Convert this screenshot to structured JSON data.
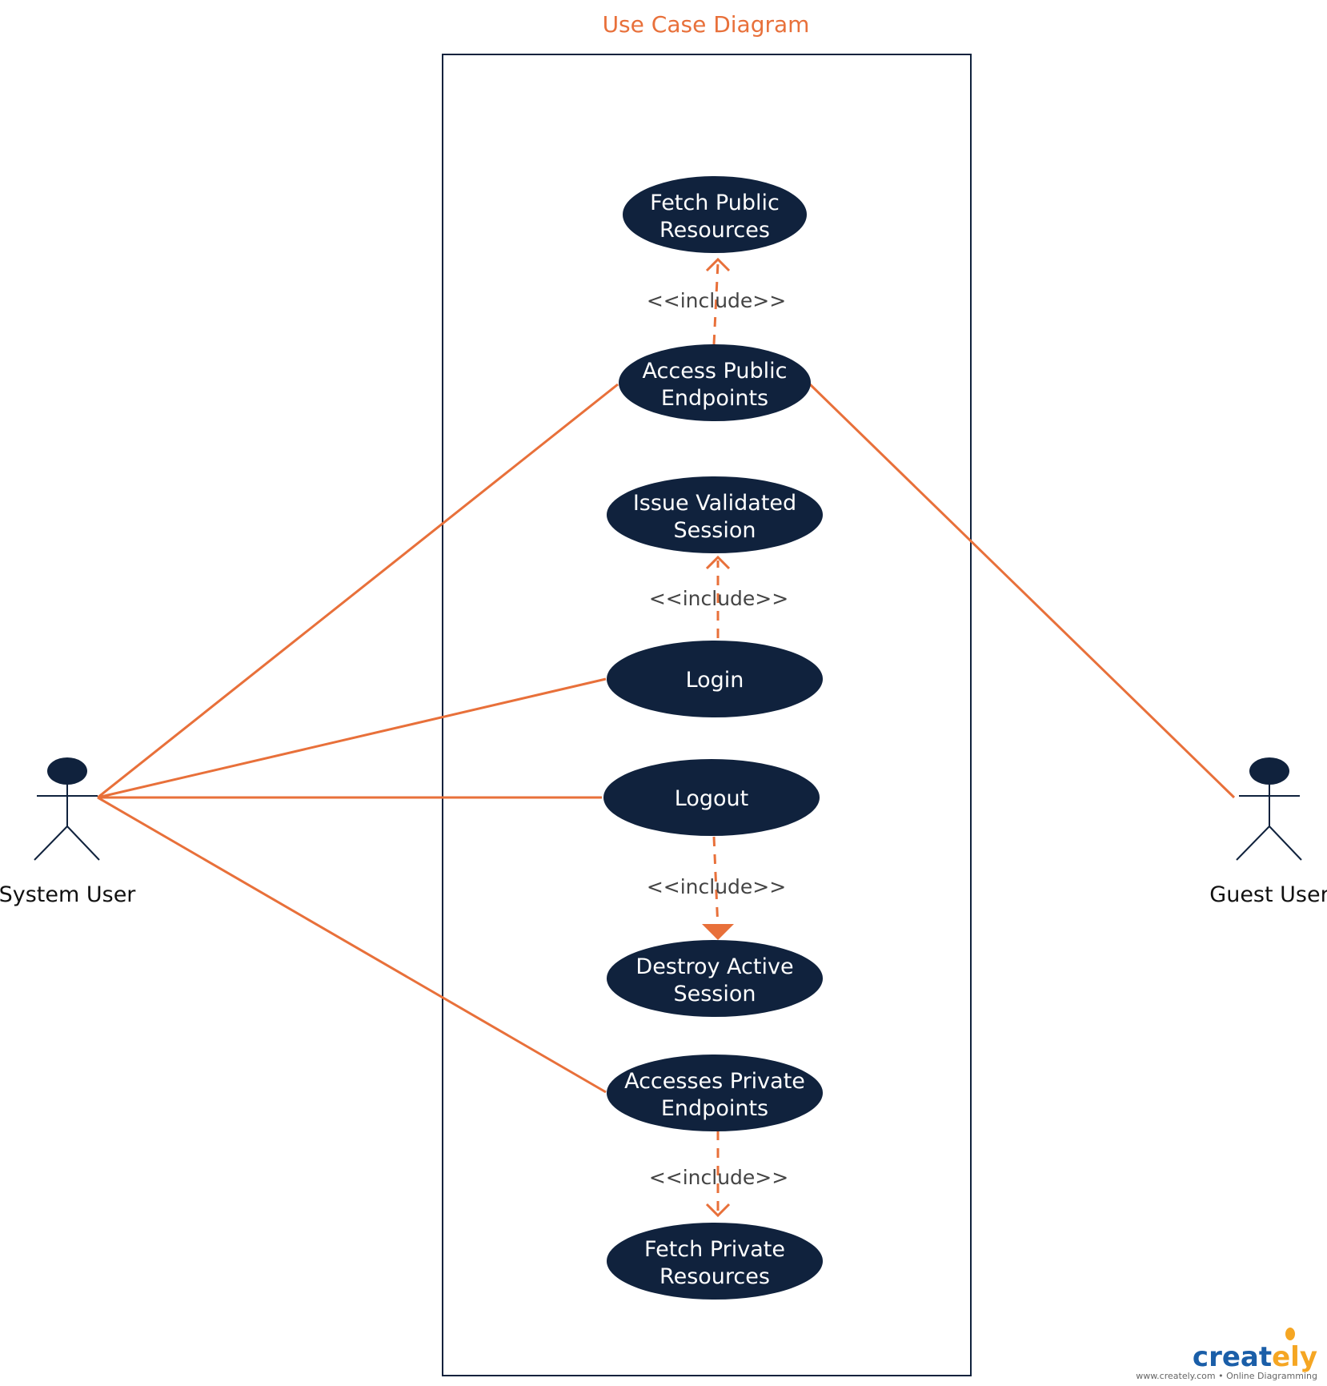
{
  "title": "Use Case Diagram",
  "colors": {
    "accent": "#e8703a",
    "usecase_fill": "#10223d",
    "boundary": "#10223d",
    "brand_blue": "#1a5ea8",
    "brand_orange": "#f5a623"
  },
  "actors": {
    "system_user": {
      "label": "System User"
    },
    "guest_user": {
      "label": "Guest User"
    }
  },
  "use_cases": {
    "fetch_public": {
      "line1": "Fetch Public",
      "line2": "Resources"
    },
    "access_public": {
      "line1": "Access Public",
      "line2": "Endpoints"
    },
    "issue_session": {
      "line1": "Issue Validated",
      "line2": "Session"
    },
    "login": {
      "line1": "Login"
    },
    "logout": {
      "line1": "Logout"
    },
    "destroy_session": {
      "line1": "Destroy Active",
      "line2": "Session"
    },
    "access_private": {
      "line1": "Accesses Private",
      "line2": "Endpoints"
    },
    "fetch_private": {
      "line1": "Fetch Private",
      "line2": "Resources"
    }
  },
  "include_labels": {
    "inc1": "<<include>>",
    "inc2": "<<include>>",
    "inc3": "<<include>>",
    "inc4": "<<include>>"
  },
  "brand": {
    "name_main": "creat",
    "name_accent": "ely",
    "tagline": "www.creately.com • Online Diagramming"
  }
}
